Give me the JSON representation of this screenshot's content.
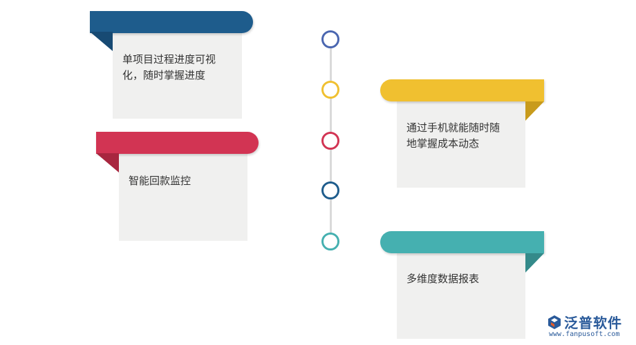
{
  "colors": {
    "blue": "#1e5c8c",
    "yellow": "#f0c030",
    "red": "#d23453",
    "teal": "#45b0b0",
    "logo": "#2a5a9a"
  },
  "left_items": [
    {
      "text": "单项目过程进度可视\n化，随时掌握进度",
      "color": "blue"
    },
    {
      "text": "智能回款监控",
      "color": "red"
    }
  ],
  "right_items": [
    {
      "text": "通过手机就能随时随\n地掌握成本动态",
      "color": "yellow"
    },
    {
      "text": "多维度数据报表",
      "color": "teal"
    }
  ],
  "timeline_nodes": [
    "blue",
    "yellow",
    "red",
    "darkblue",
    "teal"
  ],
  "logo": {
    "icon": "fanpu-logo-icon",
    "name": "泛普软件",
    "url": "www.fanpusoft.com"
  }
}
